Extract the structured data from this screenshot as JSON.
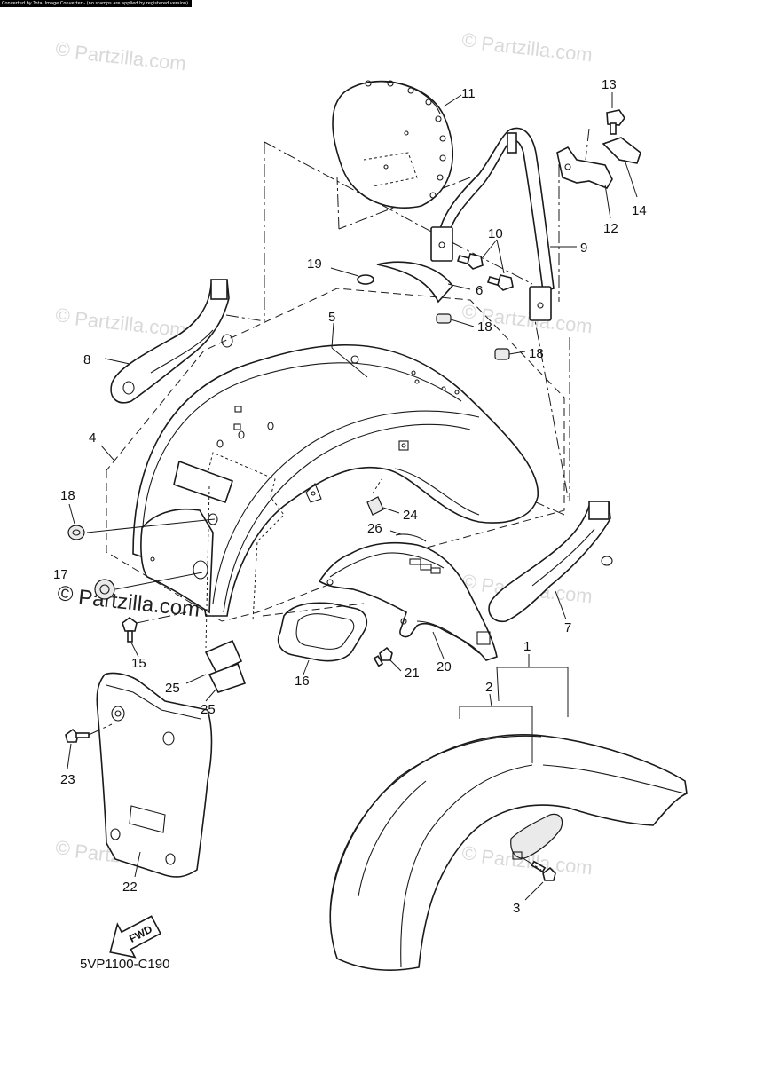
{
  "header": {
    "converter_notice": "Converted by Total Image Converter - (no stamps are applied by registered version)"
  },
  "watermark": {
    "text": "Partzilla.com",
    "symbol": "©"
  },
  "diagram_code": "5VP1100-C190",
  "fwd_label": "FWD",
  "callouts": [
    "1",
    "2",
    "3",
    "4",
    "5",
    "6",
    "7",
    "8",
    "9",
    "10",
    "11",
    "12",
    "13",
    "14",
    "15",
    "16",
    "17",
    "18",
    "18",
    "18",
    "19",
    "20",
    "21",
    "22",
    "23",
    "24",
    "25",
    "25",
    "26"
  ],
  "colors": {
    "ink": "#1a1a1a",
    "watermark": "#d9d9d9",
    "background": "#ffffff"
  }
}
